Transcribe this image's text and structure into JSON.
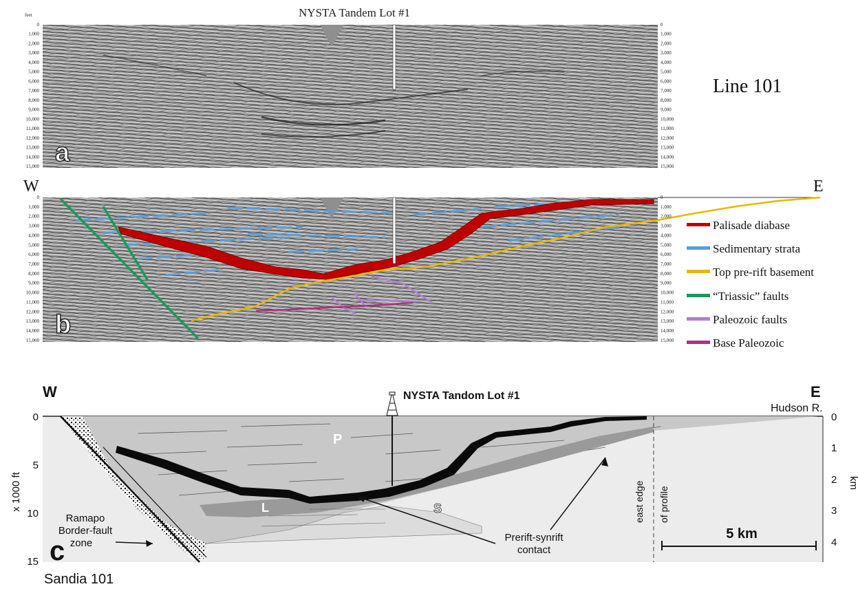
{
  "panel_a": {
    "well_title": "NYSTA Tandem Lot #1",
    "unit": "feet",
    "line_label": "Line 101",
    "label": "a",
    "depth_ticks_left": [
      "0",
      "1,000",
      "2,000",
      "3,000",
      "4,000",
      "5,000",
      "6,000",
      "7,000",
      "8,000",
      "9,000",
      "10,000",
      "11,000",
      "12,000",
      "13,000",
      "14,000",
      "15,000"
    ],
    "depth_ticks_right": [
      "0",
      "1,000",
      "2,000",
      "3,000",
      "4,000",
      "5,000",
      "6,000",
      "7,000",
      "8,000",
      "9,000",
      "10,000",
      "11,000",
      "12,000",
      "13,000",
      "14,000",
      "15,000"
    ]
  },
  "panel_b": {
    "west": "W",
    "east": "E",
    "label": "b",
    "depth_ticks_left": [
      "0",
      "1,000",
      "2,000",
      "3,000",
      "4,000",
      "5,000",
      "6,000",
      "7,000",
      "8,000",
      "9,000",
      "10,000",
      "11,000",
      "12,000",
      "13,000",
      "14,000",
      "15,000"
    ],
    "depth_ticks_right": [
      "0",
      "1,000",
      "2,000",
      "3,000",
      "4,000",
      "5,000",
      "6,000",
      "7,000",
      "8,000",
      "9,000",
      "10,000",
      "11,000",
      "12,000",
      "13,000",
      "14,000",
      "15,000"
    ],
    "legend": [
      {
        "label": "Palisade diabase",
        "color": "#c00000"
      },
      {
        "label": "Sedimentary strata",
        "color": "#5aa0dc"
      },
      {
        "label": "Top pre-rift basement",
        "color": "#e8b800"
      },
      {
        "label": "“Triassic” faults",
        "color": "#1a9a5a"
      },
      {
        "label": "Paleozoic faults",
        "color": "#b080d0"
      },
      {
        "label": "Base Paleozoic",
        "color": "#b03080"
      }
    ]
  },
  "panel_c": {
    "west": "W",
    "east": "E",
    "well_title": "NYSTA Tandom Lot #1",
    "river": "Hudson R.",
    "label": "c",
    "left_axis_title": "x 1000 ft",
    "left_ticks": [
      "0",
      "5",
      "10",
      "15"
    ],
    "right_axis_title": "km",
    "right_ticks": [
      "0",
      "1",
      "2",
      "3",
      "4"
    ],
    "unit_p": "P",
    "unit_s": "S",
    "unit_l": "L",
    "fault_zone_line1": "Ramapo",
    "fault_zone_line2": "Border-fault",
    "fault_zone_line3": "zone",
    "contact_line1": "Prerift-synrift",
    "contact_line2": "contact",
    "east_edge": "east edge",
    "of_profile": "of profile",
    "scale": "5 km",
    "caption": "Sandia 101"
  }
}
